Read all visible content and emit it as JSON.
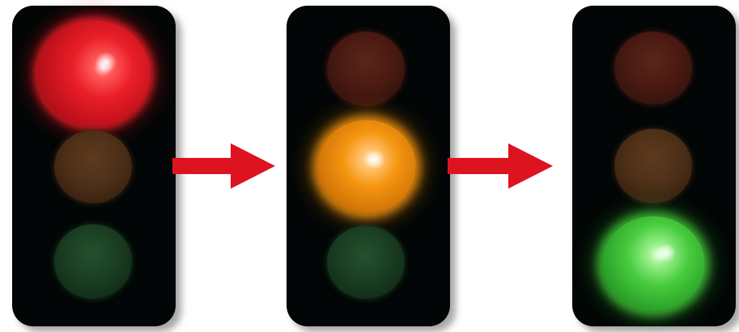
{
  "colors": {
    "background": "#ffffff",
    "housing": "#020606",
    "arrow": "#dd1420",
    "red_on": "#e8202a",
    "amber_on": "#f59510",
    "green_on": "#48cc3e",
    "red_off": "#4a1a12",
    "amber_off": "#4e3018",
    "green_off": "#1a3e22"
  },
  "signals": [
    {
      "active_light": "red"
    },
    {
      "active_light": "amber"
    },
    {
      "active_light": "green"
    }
  ],
  "icons": {
    "arrow": "right-arrow-icon"
  }
}
